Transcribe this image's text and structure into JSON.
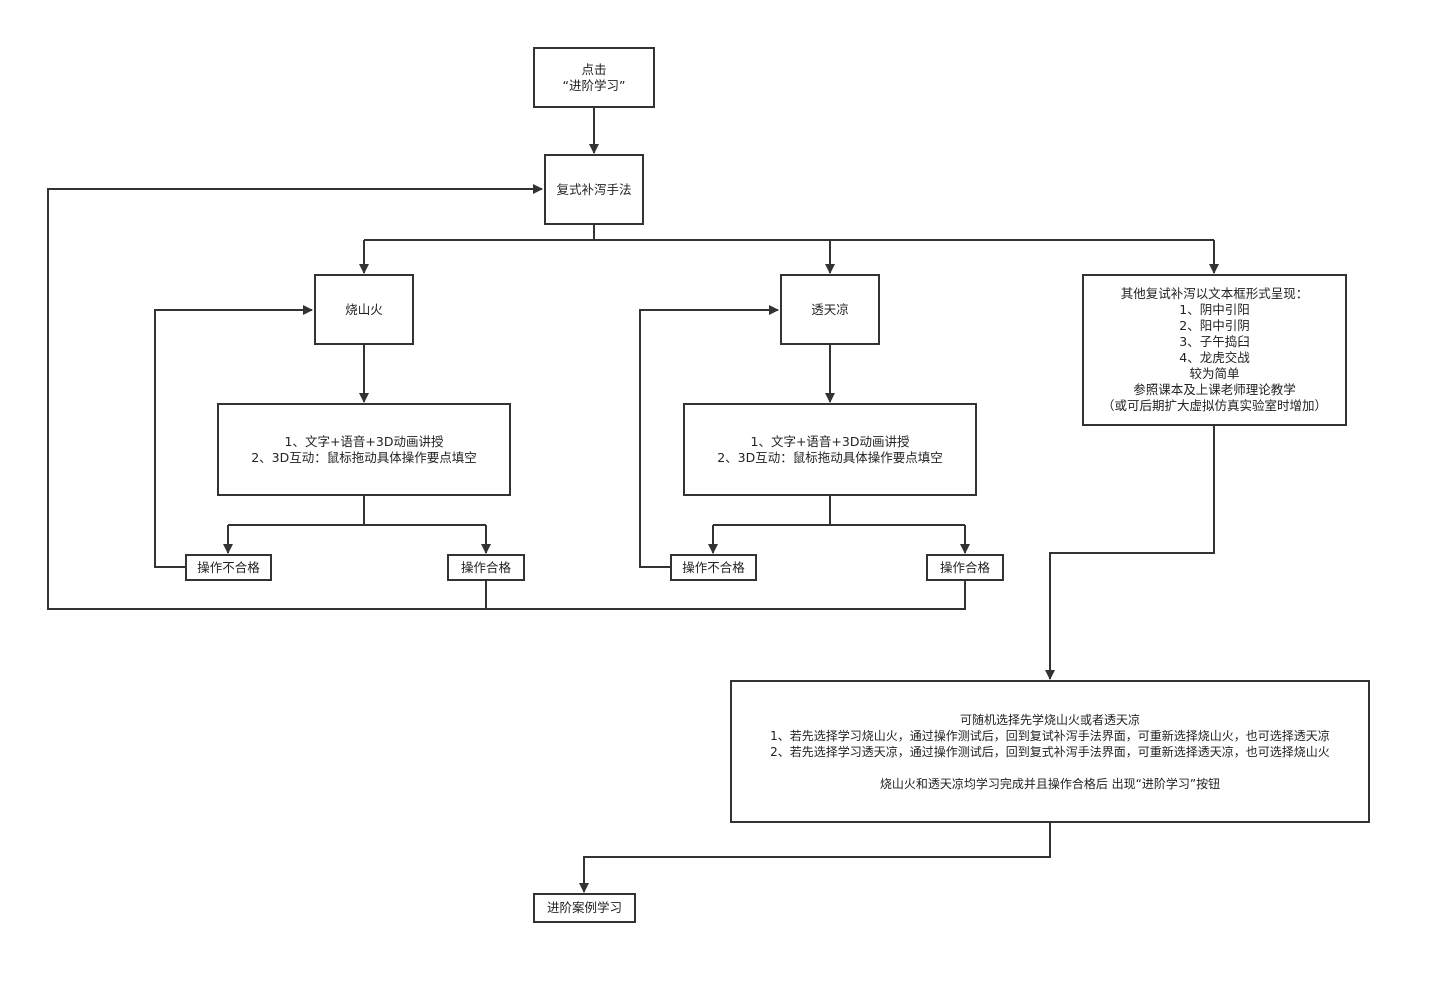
{
  "start_box": {
    "lines": [
      "点击",
      "“进阶学习”"
    ]
  },
  "main_method": {
    "label": "复式补泻手法"
  },
  "shaoshanhuo": {
    "title": "烧山火",
    "content_lines": [
      "1、文字+语音+3D动画讲授",
      "2、3D互动：鼠标拖动具体操作要点填空"
    ],
    "fail_label": "操作不合格",
    "pass_label": "操作合格"
  },
  "toutianliang": {
    "title": "透天凉",
    "content_lines": [
      "1、文字+语音+3D动画讲授",
      "2、3D互动：鼠标拖动具体操作要点填空"
    ],
    "fail_label": "操作不合格",
    "pass_label": "操作合格"
  },
  "other_methods": {
    "lines": [
      "其他复试补泻以文本框形式呈现：",
      "1、阴中引阳",
      "2、阳中引阴",
      "3、子午捣臼",
      "4、龙虎交战",
      "较为简单",
      "参照课本及上课老师理论教学",
      "（或可后期扩大虚拟仿真实验室时增加）"
    ]
  },
  "summary_box": {
    "lines": [
      "可随机选择先学烧山火或者透天凉",
      "1、若先选择学习烧山火，通过操作测试后，回到复试补泻手法界面，可重新选择烧山火，也可选择透天凉",
      "2、若先选择学习透天凉，通过操作测试后，回到复式补泻手法界面，可重新选择透天凉，也可选择烧山火"
    ],
    "footer": "烧山火和透天凉均学习完成并且操作合格后 出现“进阶学习”按钮"
  },
  "end_box": {
    "label": "进阶案例学习"
  }
}
